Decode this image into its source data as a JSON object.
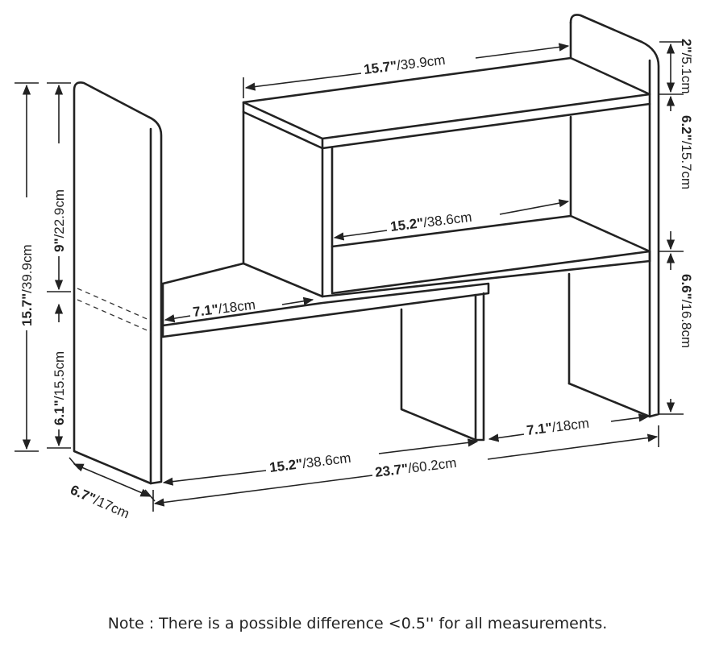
{
  "labels": {
    "top_shelf_width": {
      "primary": "15.7\"",
      "secondary": "/39.9cm"
    },
    "inner_shelf_width": {
      "primary": "15.2\"",
      "secondary": "/38.6cm"
    },
    "left_shelf_depth": {
      "primary": "7.1\"",
      "secondary": "/18cm"
    },
    "bottom_inner_width": {
      "primary": "15.2\"",
      "secondary": "/38.6cm"
    },
    "bottom_right_width": {
      "primary": "7.1\"",
      "secondary": "/18cm"
    },
    "total_width": {
      "primary": "23.7\"",
      "secondary": "/60.2cm"
    },
    "depth": {
      "primary": "6.7\"",
      "secondary": "/17cm"
    },
    "total_height": {
      "primary": "15.7\"",
      "secondary": "/39.9cm"
    },
    "upper_height": {
      "primary": "9\"",
      "secondary": "/22.9cm"
    },
    "lower_height": {
      "primary": "6.1\"",
      "secondary": "/15.5cm"
    },
    "right_top_gap": {
      "primary": "2\"",
      "secondary": "/5.1cm"
    },
    "right_middle": {
      "primary": "6.2\"",
      "secondary": "/15.7cm"
    },
    "right_bottom": {
      "primary": "6.6\"",
      "secondary": "/16.8cm"
    }
  },
  "note": "Note : There is a possible difference <0.5'' for all measurements."
}
